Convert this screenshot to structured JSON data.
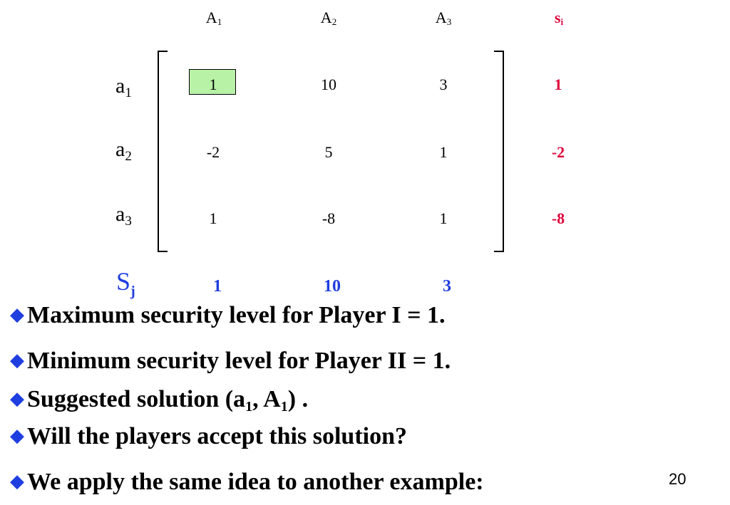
{
  "matrix": {
    "col_headers": [
      {
        "base": "A",
        "sub": "1"
      },
      {
        "base": "A",
        "sub": "2"
      },
      {
        "base": "A",
        "sub": "3"
      }
    ],
    "si_header": {
      "base": "s",
      "sub": "i"
    },
    "row_headers": [
      {
        "base": "a",
        "sub": "1"
      },
      {
        "base": "a",
        "sub": "2"
      },
      {
        "base": "a",
        "sub": "3"
      }
    ],
    "rows": [
      [
        "1",
        "10",
        "3"
      ],
      [
        "-2",
        "5",
        "1"
      ],
      [
        "1",
        "-8",
        "1"
      ]
    ],
    "si_values": [
      "1",
      "-2",
      "-8"
    ],
    "Sj_label": {
      "base": "S",
      "sub": "j"
    },
    "Sj_values": [
      "1",
      "10",
      "3"
    ],
    "colors": {
      "si": "#e0003a",
      "Sj": "#1f3ee0",
      "highlight": "#b7f2a6"
    }
  },
  "bullets": [
    {
      "text": "Maximum security level for Player I = 1."
    },
    {
      "text": "Minimum security level for Player II = 1."
    },
    {
      "pre": "Suggested solution (a",
      "sub1": "1",
      "mid": ", A",
      "sub2": "1",
      "post": ") ."
    },
    {
      "text": "Will the players accept this solution?"
    },
    {
      "text": "We apply the same idea to another example:"
    }
  ],
  "bullet_icon": "diamond-bullet-icon",
  "page_number": "20"
}
